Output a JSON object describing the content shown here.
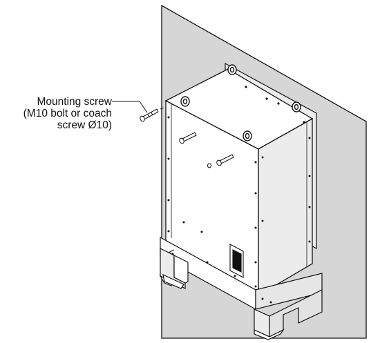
{
  "callout": {
    "line1": "Mounting screw",
    "line2": "(M10 bolt or coach",
    "line3": "screw Ø10)"
  },
  "colors": {
    "wall": "#d6d6d6",
    "stroke": "#111111",
    "box_face": "#ffffff",
    "box_side": "#e9e9e9"
  }
}
